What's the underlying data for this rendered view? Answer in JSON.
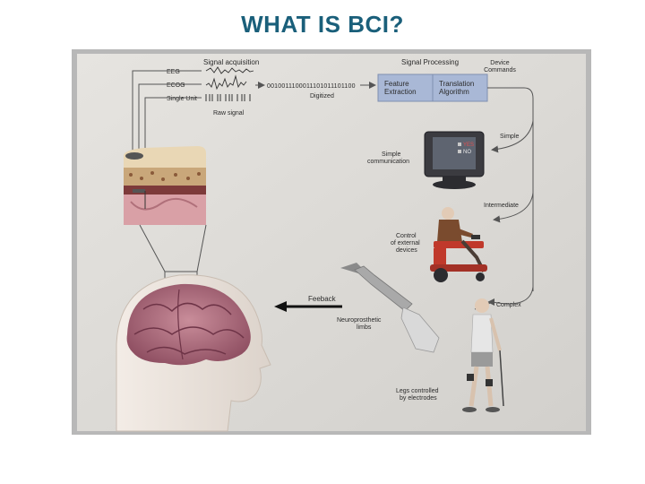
{
  "slide": {
    "title": "WHAT IS BCI?"
  },
  "diagram": {
    "signal_acquisition": "Signal acquisition",
    "eeg": "EEG",
    "ecog": "ECOG",
    "single_unit": "Single Unit",
    "binary": "0010011100011101011101100",
    "digitized": "Digitized",
    "raw_signal": "Raw signal",
    "signal_processing": "Signal Processing",
    "device_commands_1": "Device",
    "device_commands_2": "Commands",
    "feature_extraction_1": "Feature",
    "feature_extraction_2": "Extraction",
    "translation_algorithm_1": "Translation",
    "translation_algorithm_2": "Algorithm",
    "simple": "Simple",
    "simple_communication_1": "Simple",
    "simple_communication_2": "communication",
    "yes": "YES",
    "no": "NO",
    "intermediate": "Intermediate",
    "control_1": "Control",
    "control_2": "of external",
    "control_3": "devices",
    "complex": "Complex",
    "feedback": "Feeback",
    "neuroprosthetic_1": "Neuroprosthetic",
    "neuroprosthetic_2": "limbs",
    "legs_1": "Legs controlled",
    "legs_2": "by electrodes"
  },
  "colors": {
    "title": "#1a5f7a",
    "panel_bg": "#dcdad6",
    "processing_box": "#a9b8d6",
    "arrow": "#555555"
  }
}
